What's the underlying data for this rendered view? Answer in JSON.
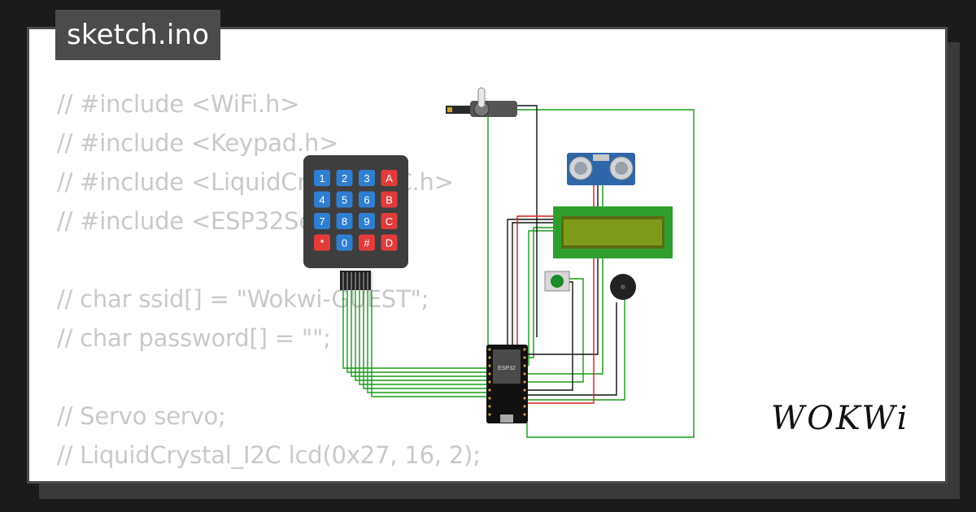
{
  "tab": {
    "title": "sketch.ino"
  },
  "code_lines": [
    "// #include <WiFi.h>",
    "// #include <Keypad.h>",
    "// #include <LiquidCrystal_I2C.h>",
    "// #include <ESP32Servo.h>",
    "",
    "// char ssid[] = \"Wokwi-GUEST\";",
    "// char password[] = \"\";",
    "",
    "// Servo servo;",
    "// LiquidCrystal_I2C lcd(0x27, 16, 2);"
  ],
  "keypad": {
    "keys": [
      "1",
      "2",
      "3",
      "A",
      "4",
      "5",
      "6",
      "B",
      "7",
      "8",
      "9",
      "C",
      "*",
      "0",
      "#",
      "D"
    ],
    "colors": {
      "number": "#2f7fd1",
      "letter": "#e23b3b",
      "body": "#3e3e3e"
    }
  },
  "esp32": {
    "chip_label": "ESP32"
  },
  "logo": {
    "text": "WOKWi"
  },
  "colors": {
    "wire_green": "#169b16",
    "wire_red": "#d61f1f",
    "wire_black": "#111111",
    "lcd_green": "#2f9e2f",
    "lcd_screen": "#7f9a18",
    "sensor_blue": "#2f66a8"
  }
}
